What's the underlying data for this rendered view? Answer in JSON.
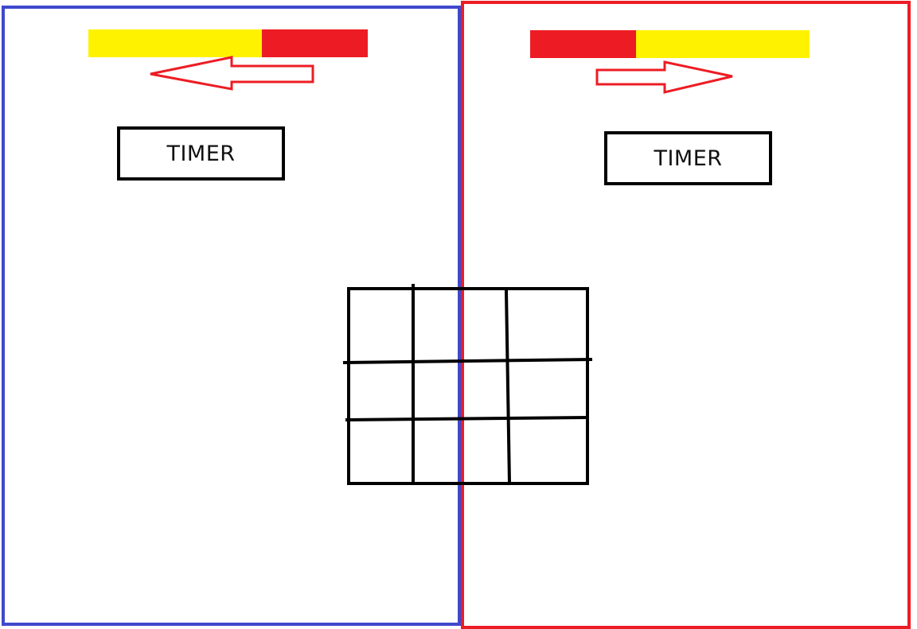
{
  "colors": {
    "player_one": "#3f48cc",
    "player_two": "#ed1c24",
    "bar_empty": "#fff200",
    "bar_filled": "#ed1c24",
    "grid": "#000000"
  },
  "player_one": {
    "timer_label": "TIMER",
    "timer_bar": {
      "filled_fraction": 0.38,
      "fill_from": "right"
    },
    "arrow_direction": "left"
  },
  "player_two": {
    "timer_label": "TIMER",
    "timer_bar": {
      "filled_fraction": 0.38,
      "fill_from": "left"
    },
    "arrow_direction": "right"
  },
  "board": {
    "rows": 3,
    "cols": 3,
    "cells": [
      "",
      "",
      "",
      "",
      "",
      "",
      "",
      "",
      ""
    ]
  }
}
